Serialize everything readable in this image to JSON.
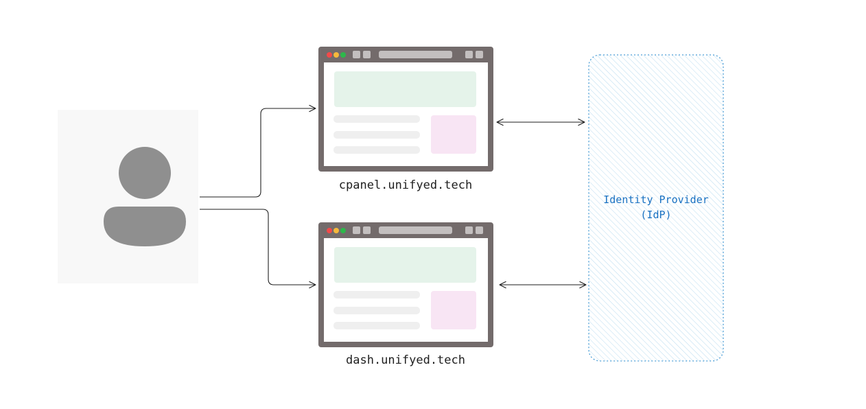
{
  "user": {
    "icon": "user-icon"
  },
  "sites": [
    {
      "label": "cpanel.unifyed.tech"
    },
    {
      "label": "dash.unifyed.tech"
    }
  ],
  "idp": {
    "label_line1": "Identity Provider",
    "label_line2": "(IdP)"
  },
  "colors": {
    "window_frame": "#736b6b",
    "window_content": "#ffffff",
    "hero_block": "#e5f3ea",
    "side_block": "#f8e5f4",
    "text_line": "#efefef",
    "title_control": "#c3bfbf",
    "dot_red": "#f24a4a",
    "dot_yellow": "#f6b93b",
    "dot_green": "#2db84b",
    "user_bg": "#f8f8f8",
    "user_icon": "#8f8f8f",
    "idp_border": "#4d9fd6",
    "idp_text": "#1971c2",
    "arrow": "#1e1e1e"
  }
}
